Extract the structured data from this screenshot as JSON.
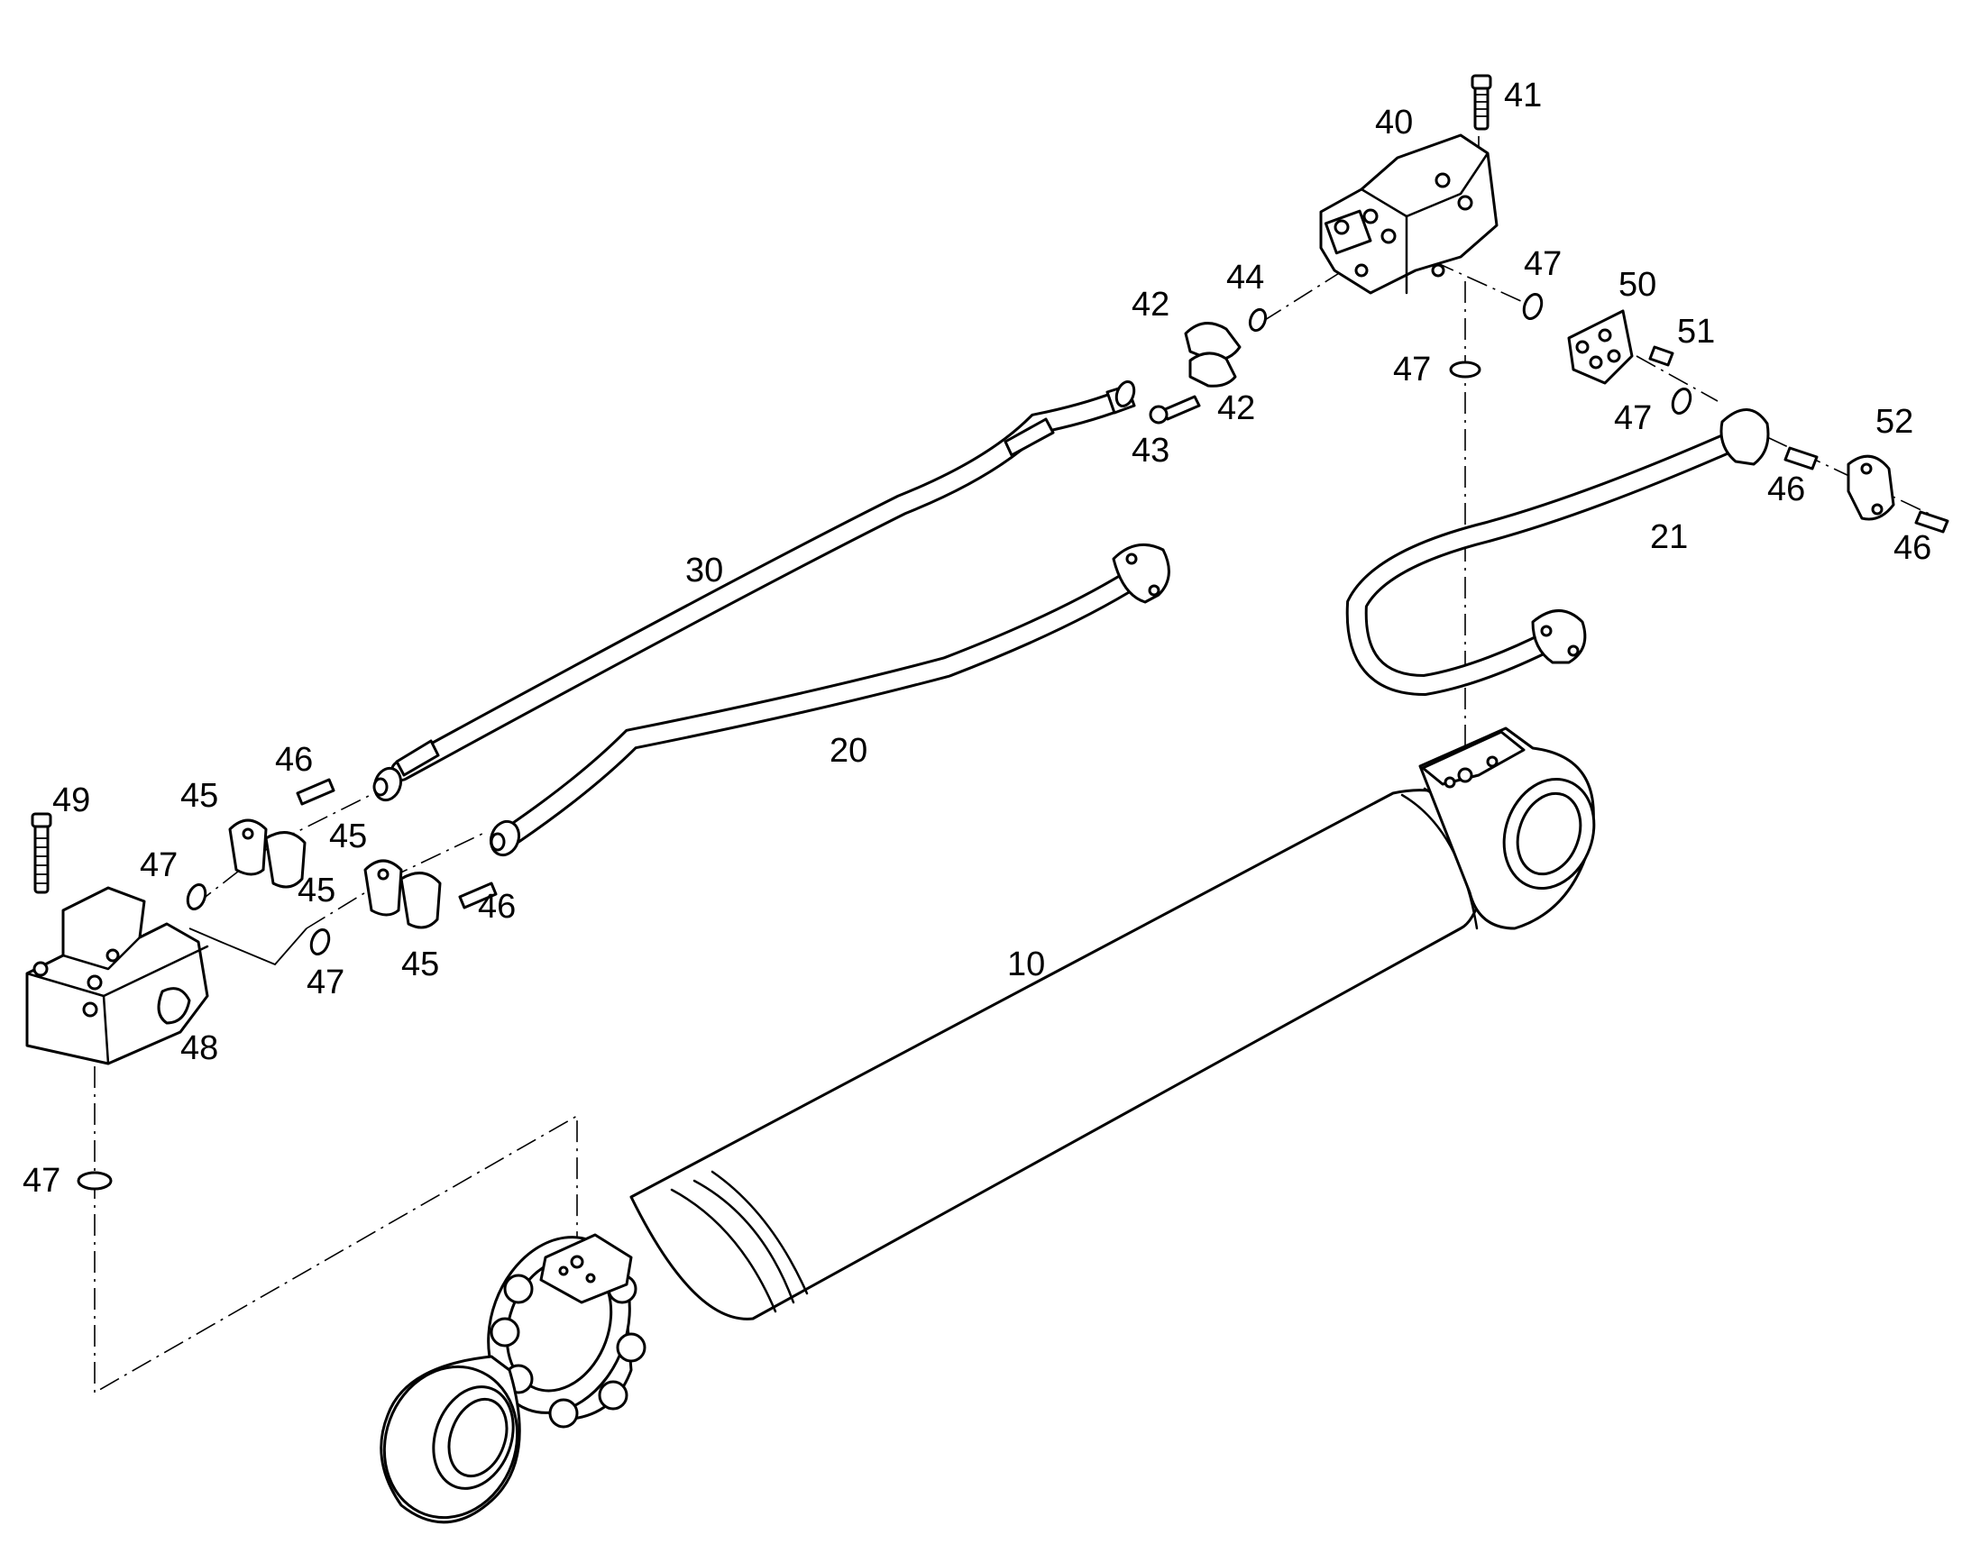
{
  "callouts": [
    {
      "id": "c10",
      "label": "10"
    },
    {
      "id": "c20",
      "label": "20"
    },
    {
      "id": "c21",
      "label": "21"
    },
    {
      "id": "c30",
      "label": "30"
    },
    {
      "id": "c40",
      "label": "40"
    },
    {
      "id": "c41",
      "label": "41"
    },
    {
      "id": "c42a",
      "label": "42"
    },
    {
      "id": "c42b",
      "label": "42"
    },
    {
      "id": "c43",
      "label": "43"
    },
    {
      "id": "c44",
      "label": "44"
    },
    {
      "id": "c45a",
      "label": "45"
    },
    {
      "id": "c45b",
      "label": "45"
    },
    {
      "id": "c45c",
      "label": "45"
    },
    {
      "id": "c45d",
      "label": "45"
    },
    {
      "id": "c46a",
      "label": "46"
    },
    {
      "id": "c46b",
      "label": "46"
    },
    {
      "id": "c46c",
      "label": "46"
    },
    {
      "id": "c46d",
      "label": "46"
    },
    {
      "id": "c47a",
      "label": "47"
    },
    {
      "id": "c47b",
      "label": "47"
    },
    {
      "id": "c47c",
      "label": "47"
    },
    {
      "id": "c47d",
      "label": "47"
    },
    {
      "id": "c47e",
      "label": "47"
    },
    {
      "id": "c47f",
      "label": "47"
    },
    {
      "id": "c48",
      "label": "48"
    },
    {
      "id": "c49",
      "label": "49"
    },
    {
      "id": "c50",
      "label": "50"
    },
    {
      "id": "c51",
      "label": "51"
    },
    {
      "id": "c52",
      "label": "52"
    }
  ]
}
